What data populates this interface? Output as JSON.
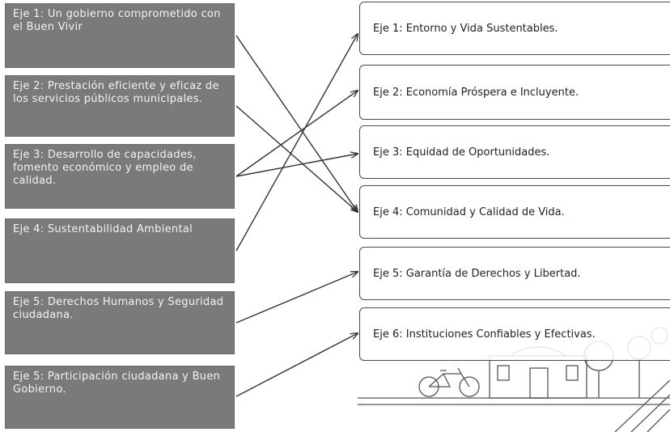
{
  "left_axes": [
    "Eje 1: Un gobierno comprometido con el Buen Vivir",
    "Eje 2: Prestación eficiente y eficaz de los servicios públicos municipales.",
    "Eje 3: Desarrollo de capacidades, fomento económico y empleo de calidad.",
    "Eje 4: Sustentabilidad Ambiental",
    "Eje 5: Derechos Humanos y Seguridad ciudadana.",
    "Eje 5: Participación ciudadana y Buen Gobierno."
  ],
  "right_axes": [
    "Eje 1: Entorno y Vida Sustentables.",
    "Eje 2: Economía Próspera e Incluyente.",
    "Eje 3: Equidad de Oportunidades.",
    "Eje 4: Comunidad y Calidad de Vida.",
    "Eje 5: Garantía de Derechos y Libertad.",
    "Eje 6: Instituciones Confiables y Efectivas."
  ],
  "connections": [
    {
      "from": "Eje 1",
      "to": "Eje 4"
    },
    {
      "from": "Eje 2",
      "to": "Eje 4"
    },
    {
      "from": "Eje 3",
      "to": "Eje 2"
    },
    {
      "from": "Eje 3",
      "to": "Eje 3"
    },
    {
      "from": "Eje 4",
      "to": "Eje 1"
    },
    {
      "from": "Eje 5",
      "to": "Eje 5"
    },
    {
      "from": "Eje 5",
      "to": "Eje 6"
    }
  ],
  "colors": {
    "left_box_fill": "#7a7a7a",
    "left_box_text": "#f3f3f3",
    "right_box_border": "#4a4a4a",
    "line_color": "#333333"
  }
}
